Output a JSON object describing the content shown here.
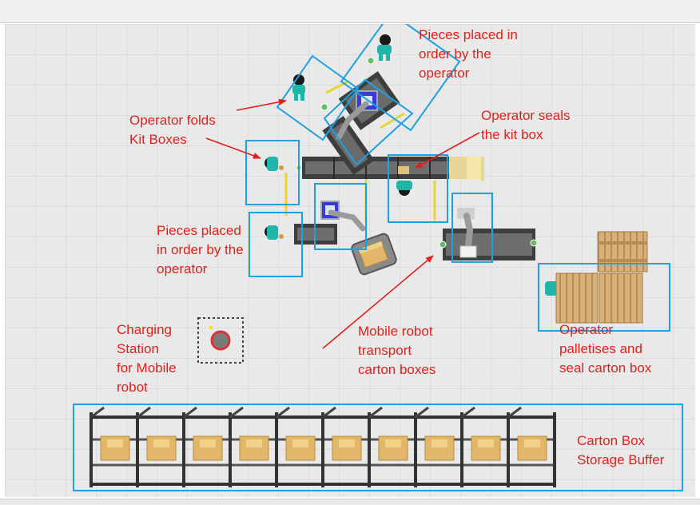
{
  "annotations": {
    "pieces_top": [
      "Pieces placed in",
      "order by the",
      "operator"
    ],
    "folds": [
      "Operator folds",
      "Kit Boxes"
    ],
    "seals": [
      "Operator seals",
      "the kit box"
    ],
    "pieces_left": [
      "Pieces placed",
      "in order by the",
      "operator"
    ],
    "charging": [
      "Charging",
      "Station",
      "for Mobile",
      "robot"
    ],
    "mobile": [
      "Mobile robot",
      "transport",
      "carton boxes"
    ],
    "palletises": [
      "Operator",
      "palletises and",
      "seal carton box"
    ],
    "buffer": [
      "Carton Box",
      "Storage Buffer"
    ]
  },
  "colors": {
    "annotation_text": "#e0201b",
    "arrow": "#e0201b",
    "zone_outline": "#1da1e0",
    "operator": "#1fb5a8",
    "conveyor": "#3e3e3e",
    "pallet": "#d8b07a",
    "carton": "#e2b76a"
  },
  "icons": [
    "operator-icon",
    "robot-arm-icon",
    "mobile-robot-icon",
    "charging-pad-icon",
    "pallet-icon",
    "conveyor-icon",
    "carton-rack-icon"
  ]
}
